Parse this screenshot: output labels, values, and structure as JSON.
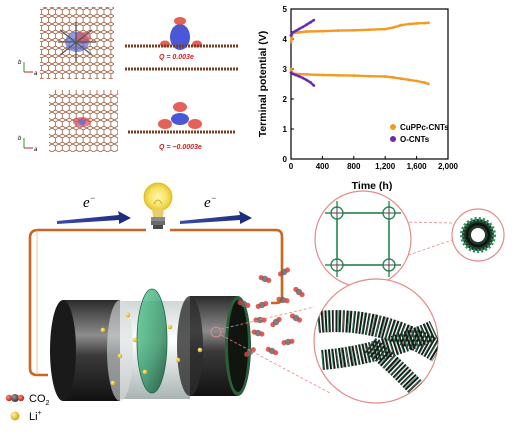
{
  "dft_panels": {
    "charge_top": "Q = 0.003e",
    "charge_bottom": "Q = −0.0003e",
    "axes": {
      "b": "b",
      "a": "a"
    }
  },
  "circuit": {
    "electron_left": "e",
    "electron_right": "e",
    "electron_sup": "−"
  },
  "legend": {
    "co2": "CO",
    "co2_sub": "2",
    "li": "Li",
    "li_sup": "+",
    "colors": {
      "co2_gray": "#5a5a5a",
      "co2_red": "#d9413a",
      "li": "#e9c52a"
    }
  },
  "chart_data": {
    "type": "line",
    "xlabel": "Time (h)",
    "ylabel": "Terminal potential (V)",
    "xlim": [
      0,
      2000
    ],
    "ylim": [
      0,
      5
    ],
    "x_ticks": [
      "0",
      "400",
      "800",
      "1,200",
      "1,600",
      "2,000"
    ],
    "y_ticks": [
      "0",
      "1",
      "2",
      "3",
      "4",
      "5"
    ],
    "legend_position": "bottom-right",
    "series": [
      {
        "name": "CuPPc-CNTs",
        "color": "#f39a24",
        "charge": {
          "x": [
            0,
            20,
            100,
            200,
            400,
            600,
            800,
            1000,
            1200,
            1300,
            1400,
            1500,
            1600,
            1700,
            1750
          ],
          "y": [
            3.9,
            4.2,
            4.22,
            4.25,
            4.26,
            4.28,
            4.29,
            4.31,
            4.33,
            4.38,
            4.46,
            4.5,
            4.52,
            4.53,
            4.54
          ]
        },
        "discharge": {
          "x": [
            0,
            20,
            100,
            200,
            400,
            600,
            800,
            1000,
            1200,
            1300,
            1400,
            1500,
            1600,
            1700,
            1750
          ],
          "y": [
            3.0,
            2.85,
            2.83,
            2.82,
            2.8,
            2.79,
            2.78,
            2.76,
            2.75,
            2.72,
            2.68,
            2.64,
            2.6,
            2.55,
            2.5
          ]
        }
      },
      {
        "name": "O-CNTs",
        "color": "#6a2bb0",
        "charge": {
          "x": [
            0,
            20,
            60,
            100,
            150,
            200,
            250,
            290
          ],
          "y": [
            4.12,
            4.22,
            4.27,
            4.33,
            4.4,
            4.48,
            4.56,
            4.63
          ]
        },
        "discharge": {
          "x": [
            0,
            20,
            60,
            100,
            150,
            200,
            250,
            290
          ],
          "y": [
            2.88,
            2.84,
            2.8,
            2.76,
            2.7,
            2.63,
            2.55,
            2.45
          ]
        }
      }
    ]
  }
}
